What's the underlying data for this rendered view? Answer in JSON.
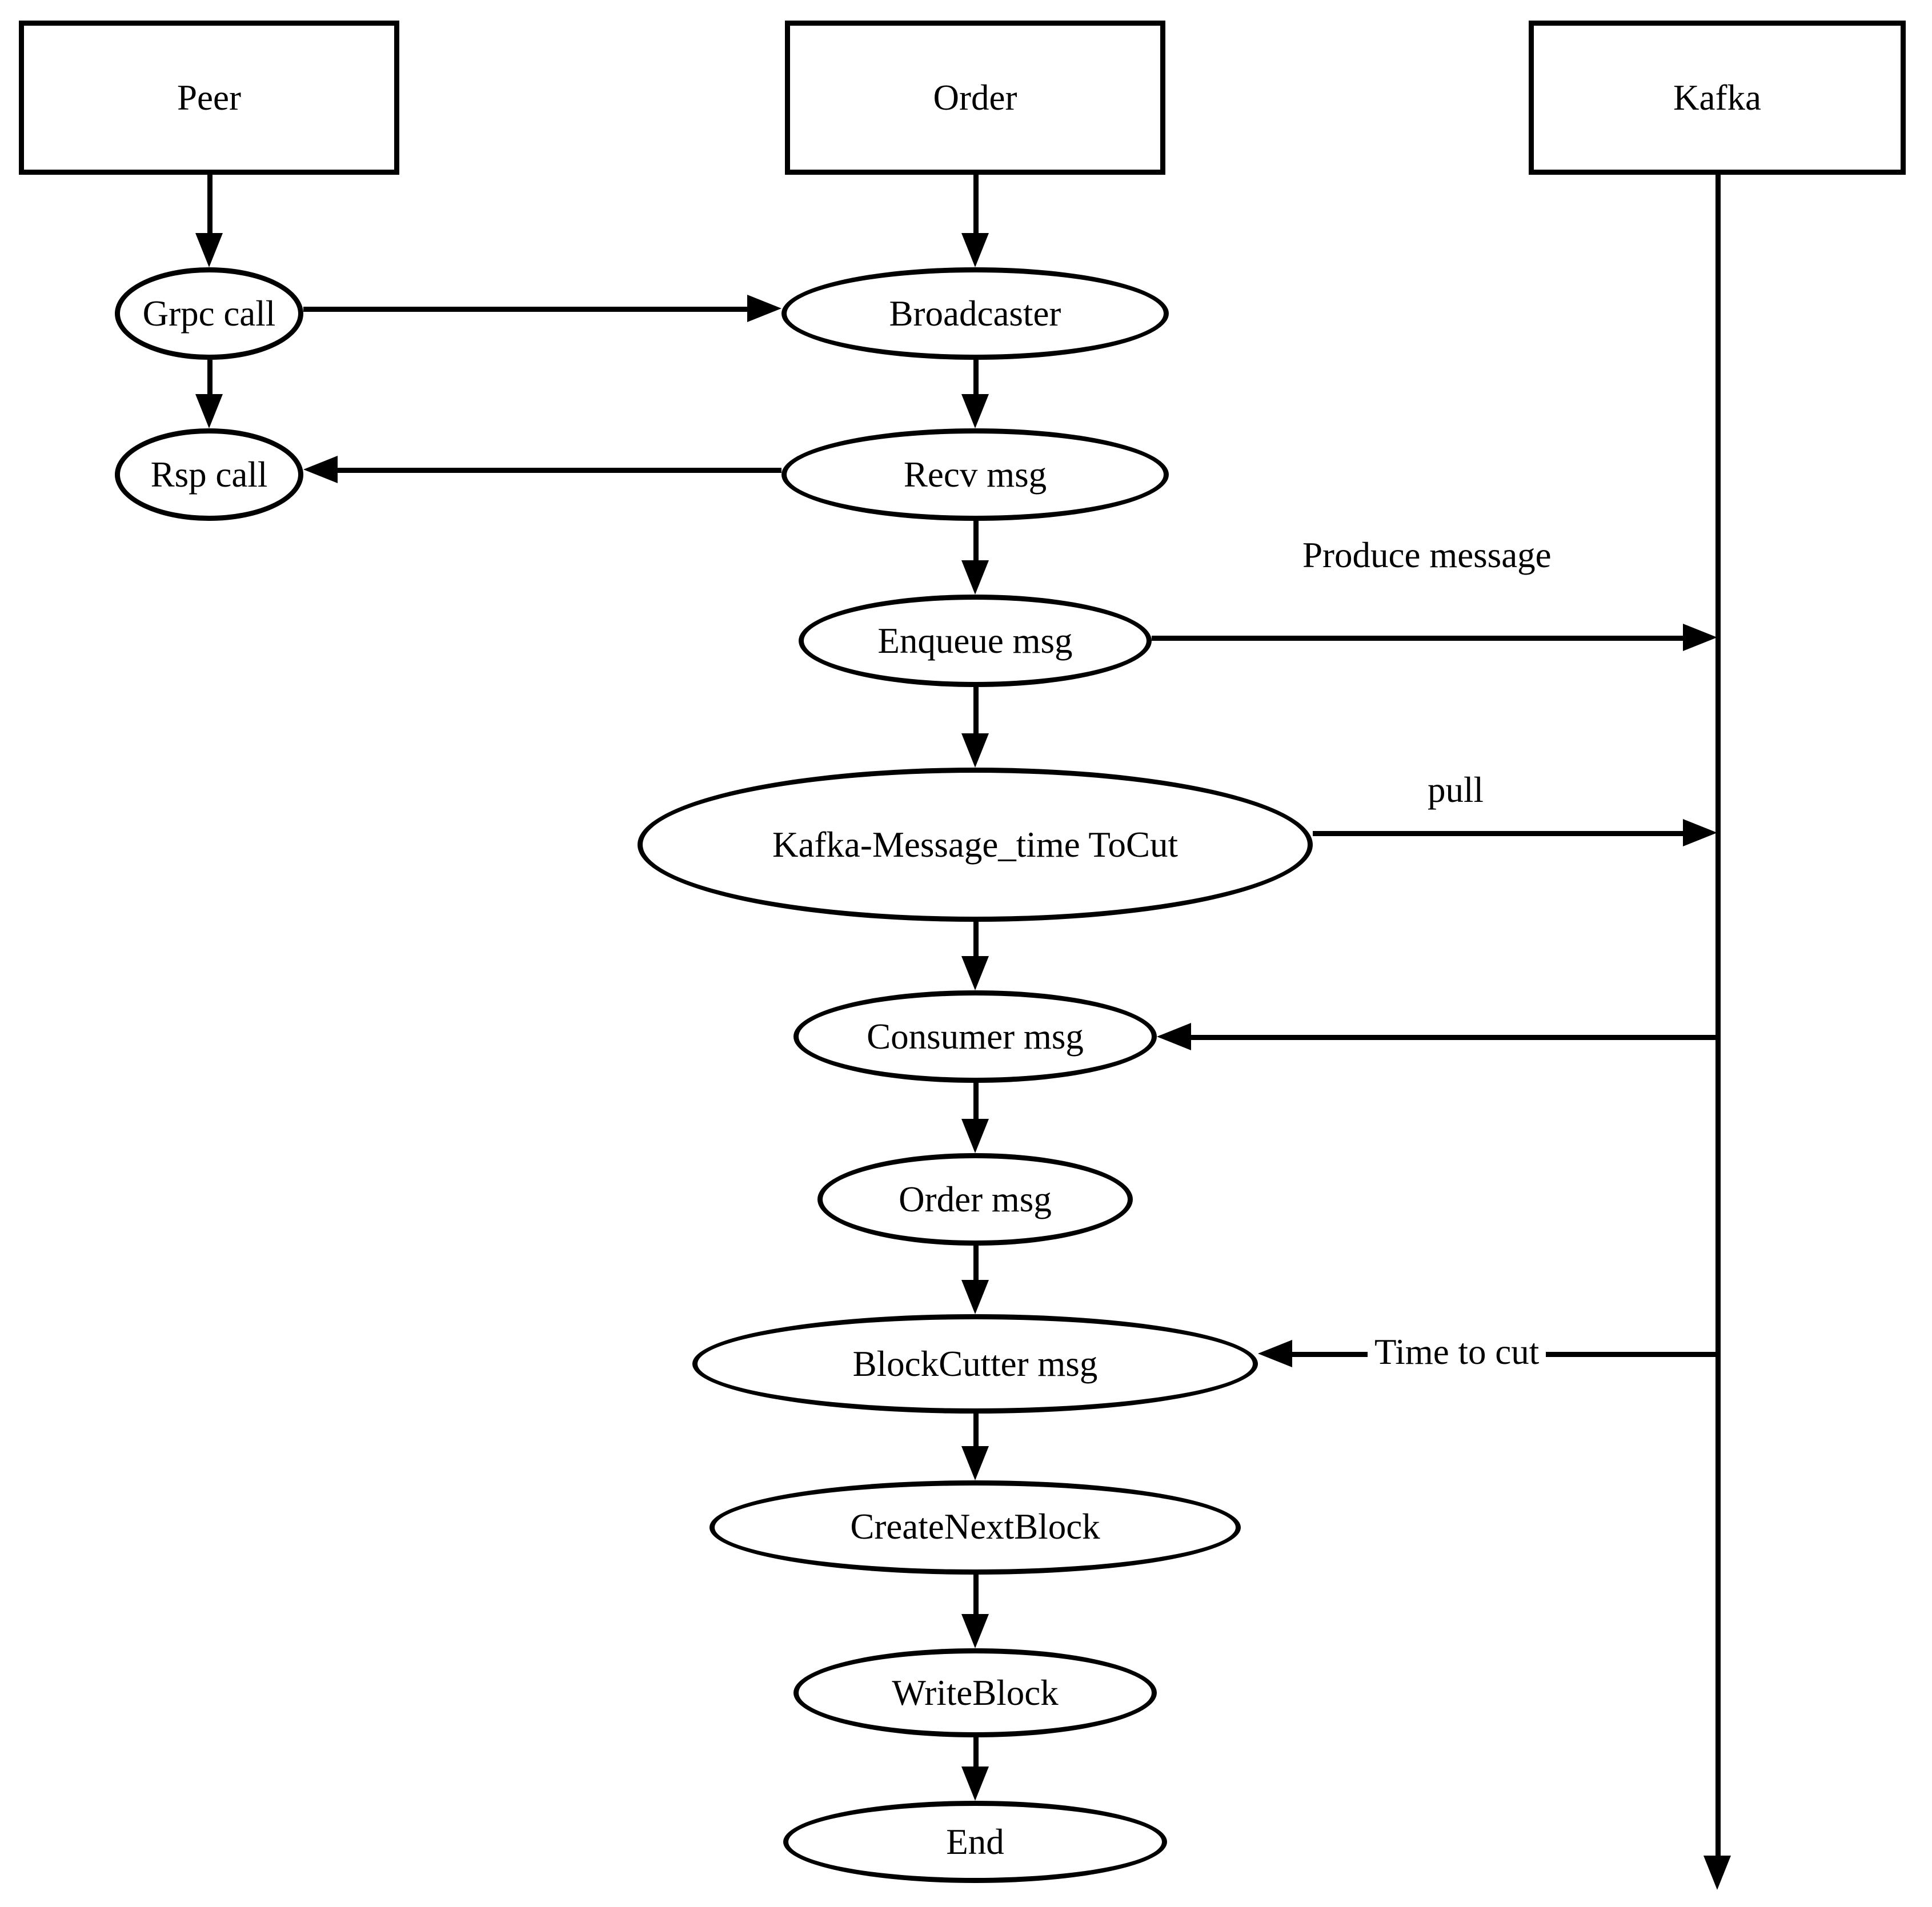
{
  "actors": [
    {
      "id": "peer",
      "label": "Peer"
    },
    {
      "id": "order",
      "label": "Order"
    },
    {
      "id": "kafka",
      "label": "Kafka"
    }
  ],
  "nodes": [
    {
      "id": "grpc-call",
      "label": "Grpc call"
    },
    {
      "id": "rsp-call",
      "label": "Rsp call"
    },
    {
      "id": "broadcaster",
      "label": "Broadcaster"
    },
    {
      "id": "recv-msg",
      "label": "Recv msg"
    },
    {
      "id": "enqueue-msg",
      "label": "Enqueue msg"
    },
    {
      "id": "kafka-message-time-tocut",
      "label": "Kafka-Message_time ToCut"
    },
    {
      "id": "consumer-msg",
      "label": "Consumer msg"
    },
    {
      "id": "order-msg",
      "label": "Order msg"
    },
    {
      "id": "blockcutter-msg",
      "label": "BlockCutter msg"
    },
    {
      "id": "create-next-block",
      "label": "CreateNextBlock"
    },
    {
      "id": "write-block",
      "label": "WriteBlock"
    },
    {
      "id": "end",
      "label": "End"
    }
  ],
  "edge_labels": {
    "produce_message": "Produce message",
    "pull": "pull",
    "time_to_cut": "Time to cut"
  },
  "colors": {
    "stroke": "#000000",
    "background": "#ffffff"
  }
}
